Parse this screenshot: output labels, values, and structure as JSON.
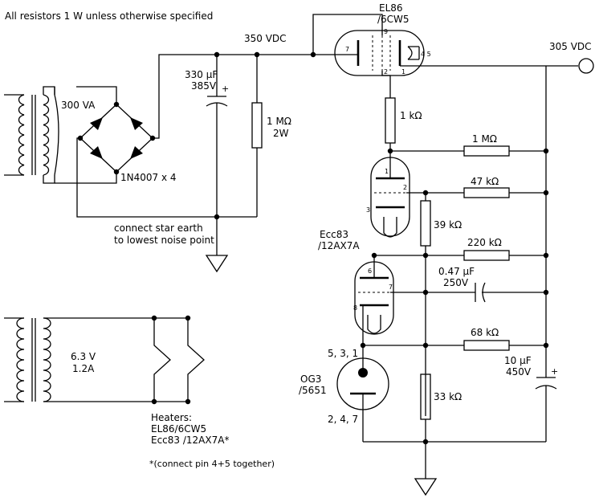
{
  "notes": {
    "header": "All resistors 1 W unless otherwise specified",
    "star_earth_line1": "connect star earth",
    "star_earth_line2": "to lowest noise point",
    "heaters_title": "Heaters:",
    "heaters_line1": "EL86/6CW5",
    "heaters_line2": "Ecc83 /12AX7A*",
    "pin_note": "*(connect pin 4+5 together)"
  },
  "supply": {
    "transformer_rating": "300 VA",
    "rectifier": "1N4007 x 4",
    "cap_value": "330 µF",
    "cap_voltage": "385V",
    "rail_voltage": "350 VDC",
    "bleeder_value": "1 MΩ",
    "bleeder_power": "2W"
  },
  "heater_supply": {
    "voltage": "6.3 V",
    "current": "1.2A"
  },
  "tubes": {
    "el86_name": "EL86",
    "el86_alt": "/6CW5",
    "ecc83_name": "Ecc83",
    "ecc83_alt": "/12AX7A",
    "og3_name": "OG3",
    "og3_alt": "/5651",
    "og3_pins_top": "5, 3, 1",
    "og3_pins_bottom": "2, 4, 7"
  },
  "pins": {
    "el86_pin7": "7",
    "el86_pin9": "9",
    "el86_pin2": "2",
    "el86_pin1": "1",
    "el86_pin45": "4 5",
    "ecc_pin1": "1",
    "ecc_pin2": "2",
    "ecc_pin3": "3",
    "ecc_pin6": "6",
    "ecc_pin7": "7",
    "ecc_pin8": "8"
  },
  "components": {
    "r_1k": "1 kΩ",
    "r_1m": "1 MΩ",
    "r_47k": "47 kΩ",
    "r_39k": "39 kΩ",
    "r_220k": "220 kΩ",
    "c_047_value": "0.47 µF",
    "c_047_voltage": "250V",
    "r_68k": "68 kΩ",
    "c_10_value": "10 µF",
    "c_10_voltage": "450V",
    "r_33k": "33 kΩ",
    "c_plus": "+",
    "c10_plus": "+"
  },
  "output": {
    "voltage": "305 VDC"
  }
}
